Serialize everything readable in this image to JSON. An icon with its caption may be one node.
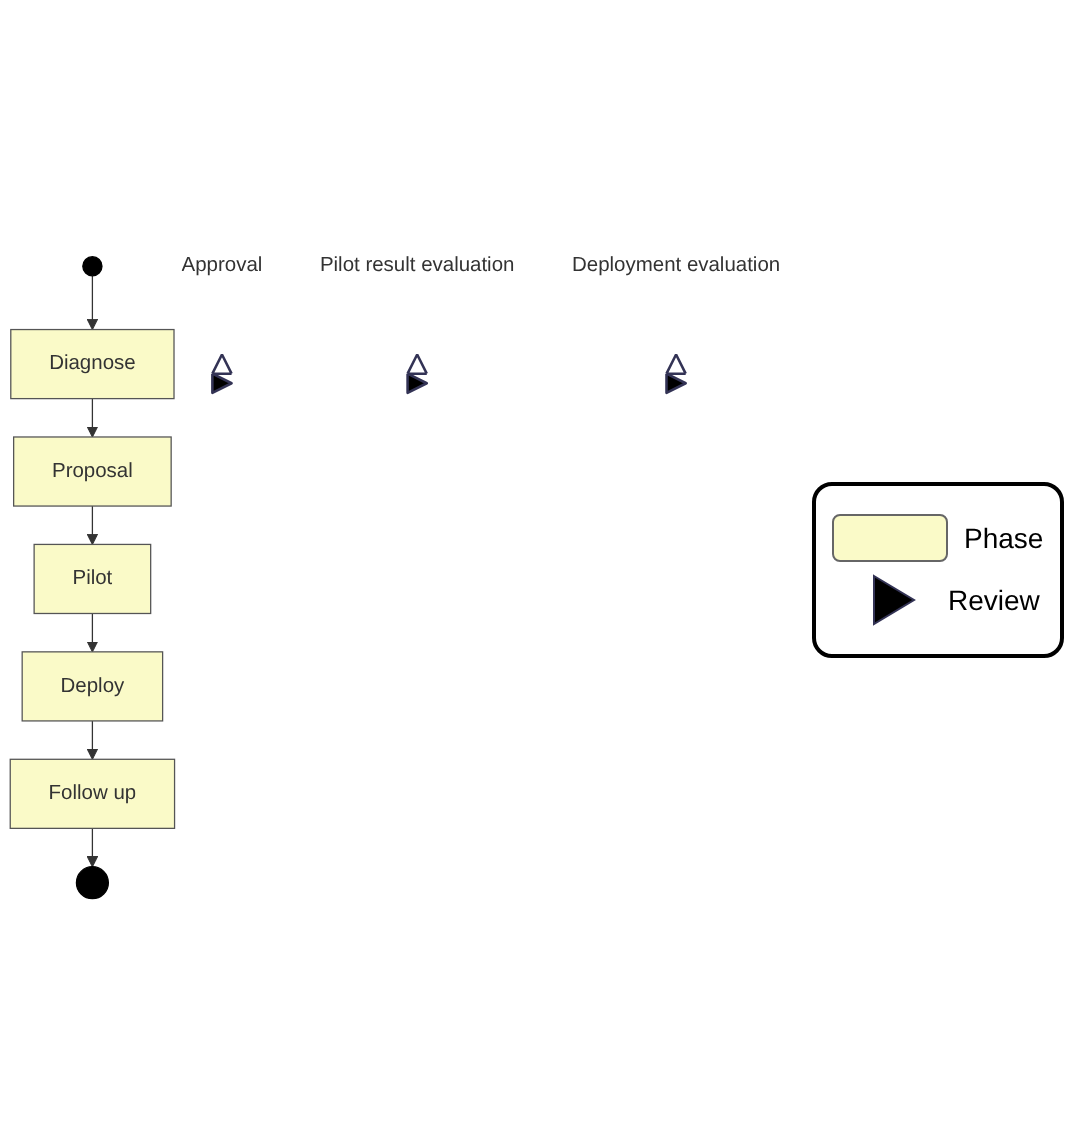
{
  "diagram": {
    "nodes": [
      {
        "text": [],
        "shape": "circle"
      },
      {
        "text": [
          "Diagnose"
        ]
      },
      {
        "text": [
          "Proposal"
        ]
      },
      {
        "text": [
          "Pilot"
        ]
      },
      {
        "text": [
          "Deploy"
        ]
      },
      {
        "text": [
          "Follow up"
        ]
      },
      {
        "text": [],
        "shape": "circle"
      },
      {
        "text": [],
        "shape": "triangle",
        "beside": [
          "Approval"
        ]
      },
      {
        "text": [],
        "shape": "triangle",
        "beside": [
          "Pilot result evaluation"
        ]
      },
      {
        "text": [],
        "shape": "triangle",
        "beside": [
          "Deployment evaluation"
        ]
      }
    ],
    "edges": [
      {
        "from": 0,
        "to": 1,
        "arrow": "to"
      },
      {
        "from": 1,
        "to": 2,
        "arrow": "to"
      },
      {
        "from": 2,
        "to": 3,
        "arrow": "to"
      },
      {
        "from": 3,
        "to": 4,
        "arrow": "to"
      },
      {
        "from": 4,
        "to": 5,
        "arrow": "to"
      },
      {
        "from": 5,
        "to": 6,
        "arrow": "to"
      }
    ],
    "legend": [
      {
        "text": "Phase",
        "color": "#fafac8"
      },
      {
        "text": "Review"
      }
    ]
  }
}
